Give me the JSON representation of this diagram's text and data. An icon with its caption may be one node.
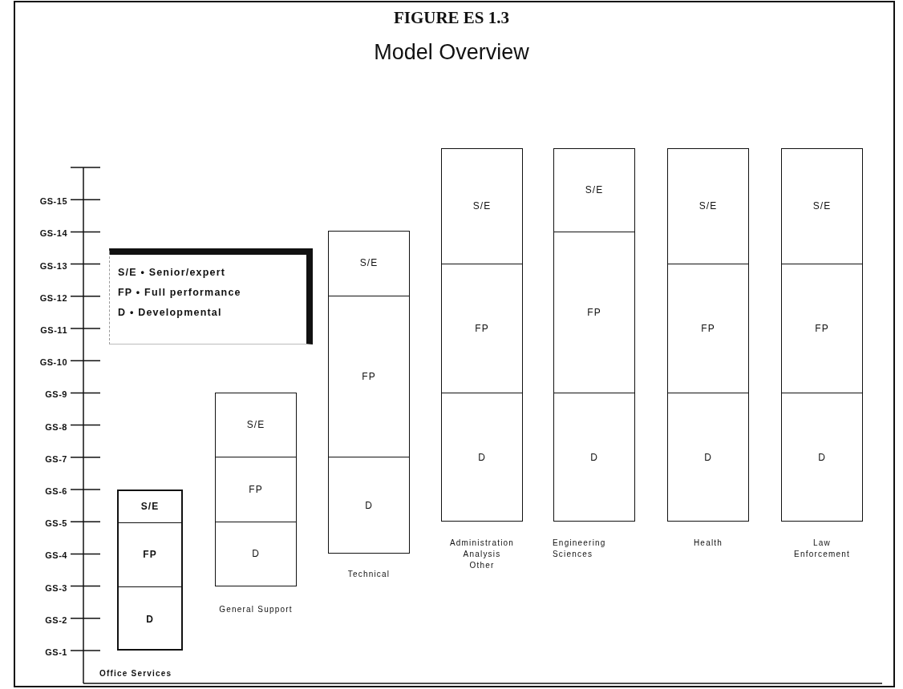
{
  "diagram": {
    "title": "Model Overview",
    "nodes": [
      {
        "text": [
          "S/E • Senior/expert",
          "FP • Full performance",
          "D • Developmental"
        ]
      },
      {
        "text": [],
        "shape": "box",
        "beside": [
          "Office Services"
        ]
      },
      {
        "text": [
          "S/E"
        ],
        "in": 1
      },
      {
        "text": [
          "FP"
        ],
        "in": 1
      },
      {
        "text": [
          "D"
        ],
        "in": 1
      },
      {
        "text": [],
        "shape": "box",
        "beside": [
          "General Support"
        ]
      },
      {
        "text": [
          "S/E"
        ],
        "in": 5
      },
      {
        "text": [
          "FP"
        ],
        "in": 5
      },
      {
        "text": [
          "D"
        ],
        "in": 5
      },
      {
        "text": [],
        "shape": "box",
        "beside": [
          "Technical"
        ]
      },
      {
        "text": [
          "S/E"
        ],
        "in": 9
      },
      {
        "text": [
          "FP"
        ],
        "in": 9
      },
      {
        "text": [
          "D"
        ],
        "in": 9
      },
      {
        "text": [],
        "shape": "box",
        "beside": [
          "Administration Analysis Other"
        ]
      },
      {
        "text": [
          "S/E"
        ],
        "in": 13
      },
      {
        "text": [
          "FP"
        ],
        "in": 13
      },
      {
        "text": [
          "D"
        ],
        "in": 13
      },
      {
        "text": [],
        "shape": "box",
        "beside": [
          "Engineering Sciences"
        ]
      },
      {
        "text": [
          "S/E"
        ],
        "in": 17
      },
      {
        "text": [
          "FP"
        ],
        "in": 17
      },
      {
        "text": [
          "D"
        ],
        "in": 17
      },
      {
        "text": [],
        "shape": "box",
        "beside": [
          "Health"
        ]
      },
      {
        "text": [
          "S/E"
        ],
        "in": 21
      },
      {
        "text": [
          "FP"
        ],
        "in": 21
      },
      {
        "text": [
          "D"
        ],
        "in": 21
      },
      {
        "text": [],
        "shape": "box",
        "beside": [
          "Law Enforcement"
        ]
      },
      {
        "text": [
          "S/E"
        ],
        "in": 25
      },
      {
        "text": [
          "FP"
        ],
        "in": 25
      },
      {
        "text": [
          "D"
        ],
        "in": 25
      }
    ],
    "labels": [
      "FIGURE ES 1.3",
      "GS-15",
      "GS-14",
      "GS-13",
      "GS-12",
      "GS-11",
      "GS-10",
      "GS-9",
      "GS-8",
      "GS-7",
      "GS-6",
      "GS-5",
      "GS-4",
      "GS-3",
      "GS-2",
      "GS-1"
    ]
  }
}
